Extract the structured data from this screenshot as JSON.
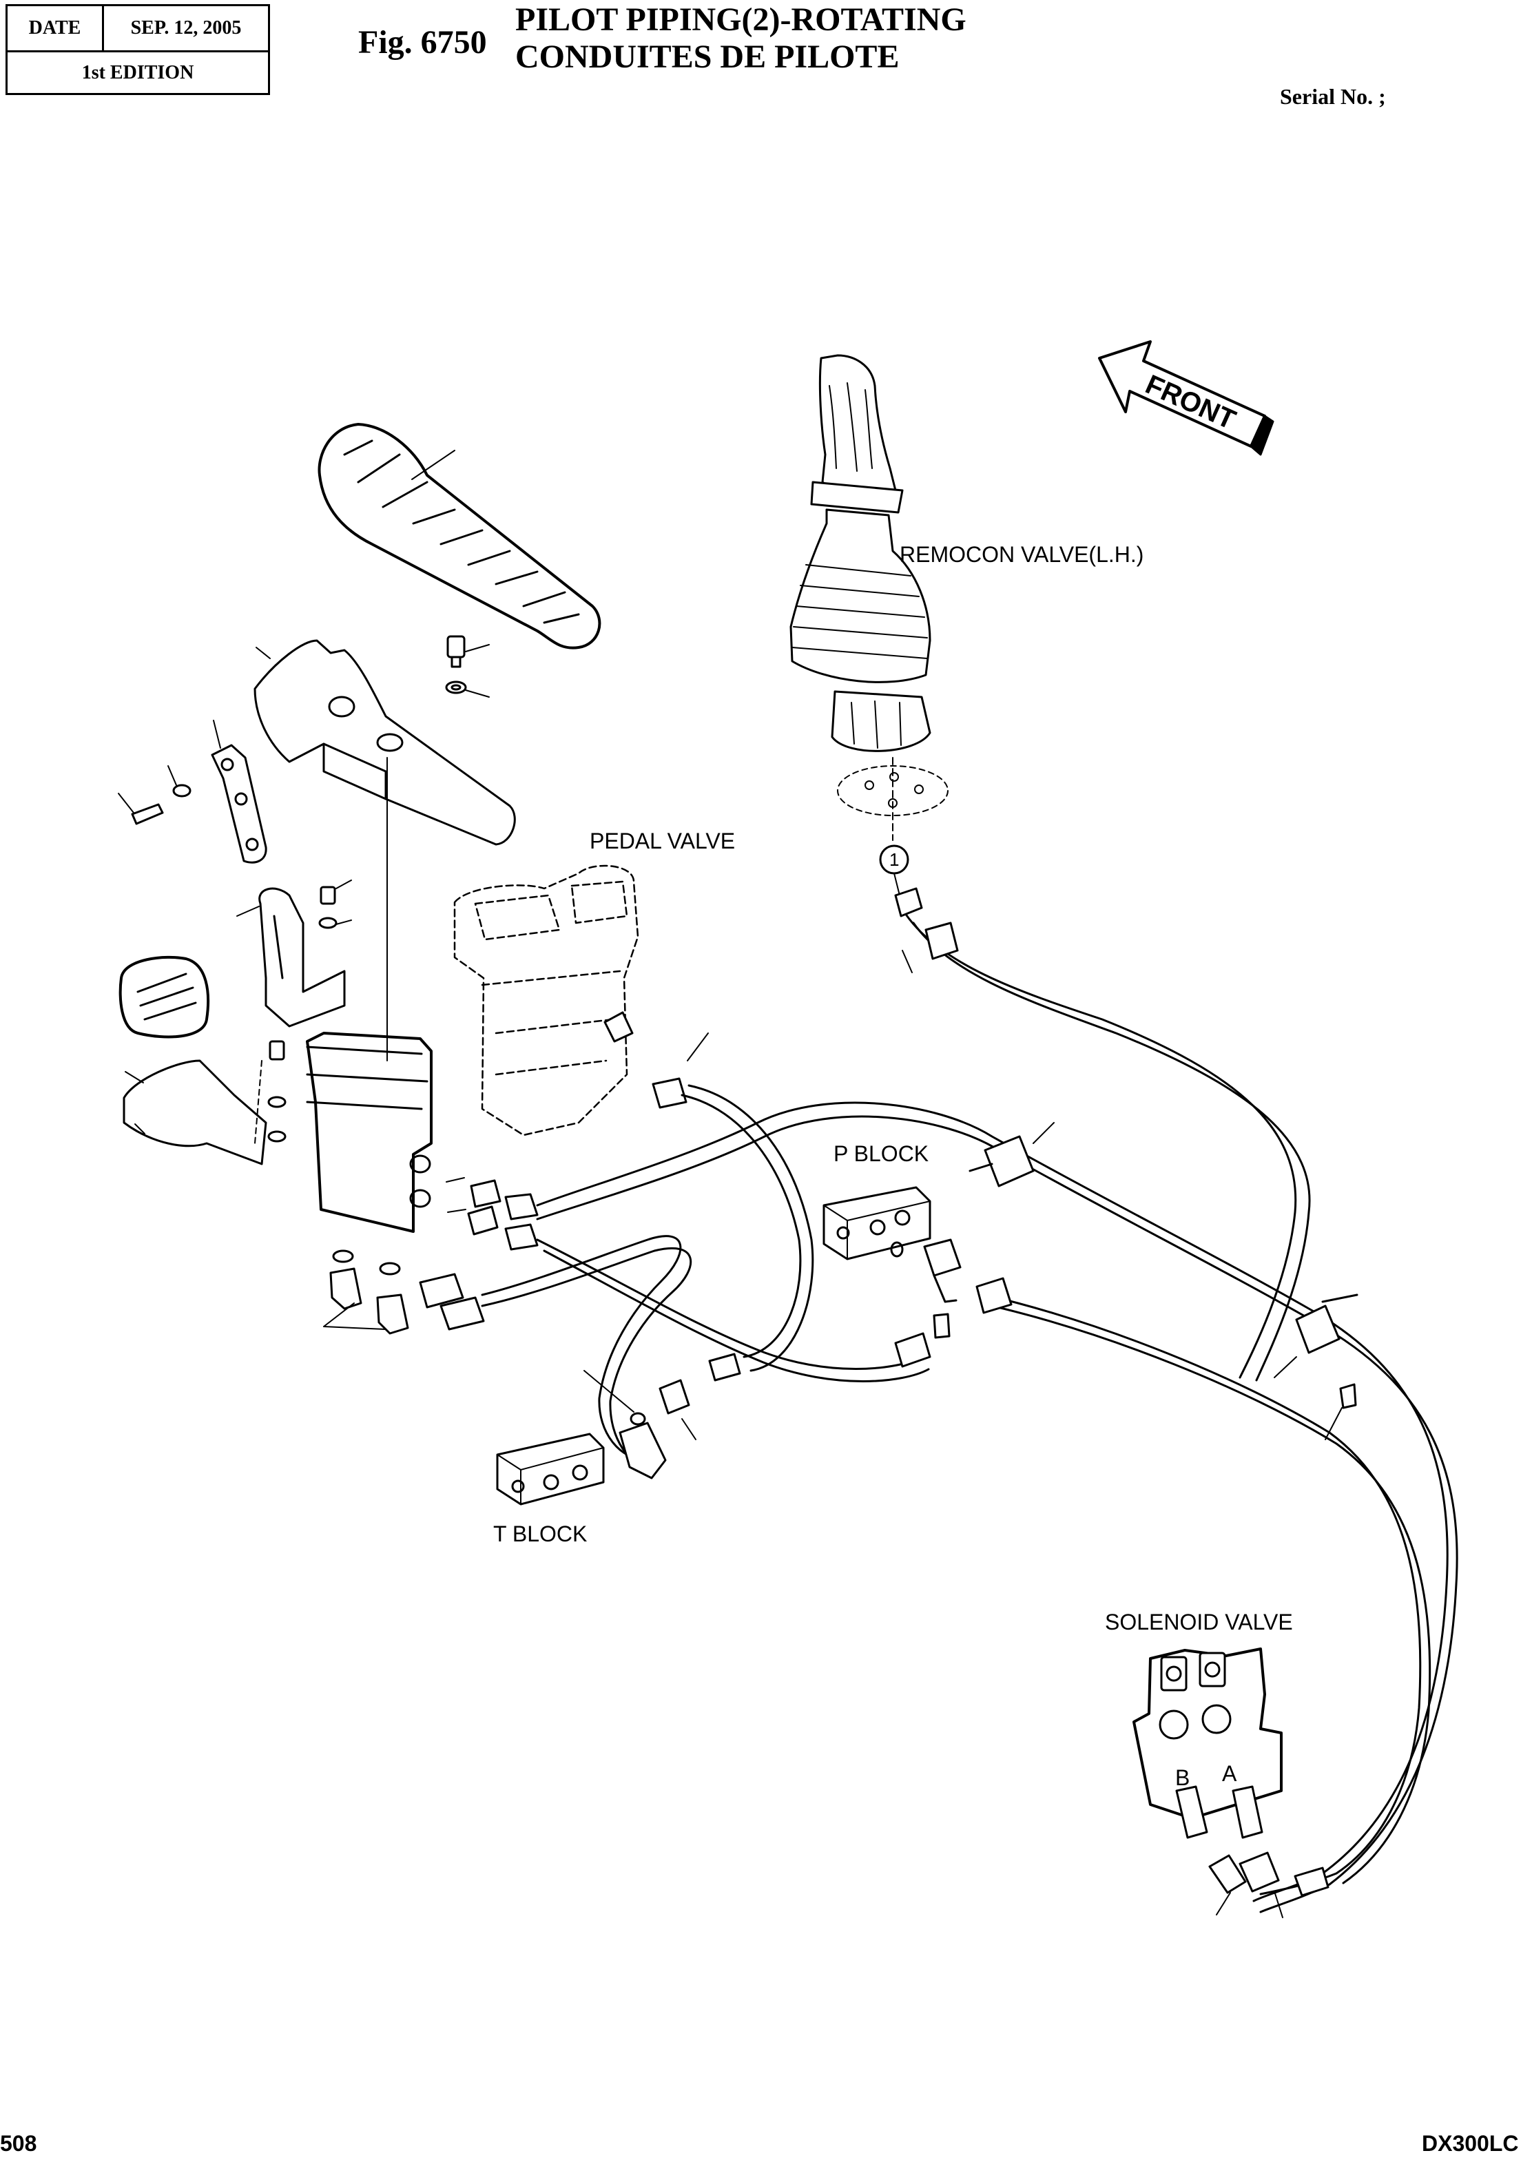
{
  "header": {
    "date_label": "DATE",
    "date_value": "SEP. 12, 2005",
    "edition": "1st EDITION"
  },
  "figure": {
    "number": "Fig. 6750",
    "title_line1": "PILOT PIPING(2)-ROTATING",
    "title_line2": "CONDUITES DE PILOTE",
    "serial": "Serial No. ;"
  },
  "callouts": {
    "remocon_valve": "REMOCON VALVE(L.H.)",
    "pedal_valve": "PEDAL VALVE",
    "p_block": "P BLOCK",
    "t_block": "T BLOCK",
    "solenoid_valve": "SOLENOID VALVE",
    "front_arrow": "FRONT",
    "item_1": "1",
    "port_b": "B",
    "port_a": "A"
  },
  "footer": {
    "page": "508",
    "model": "DX300LC"
  }
}
